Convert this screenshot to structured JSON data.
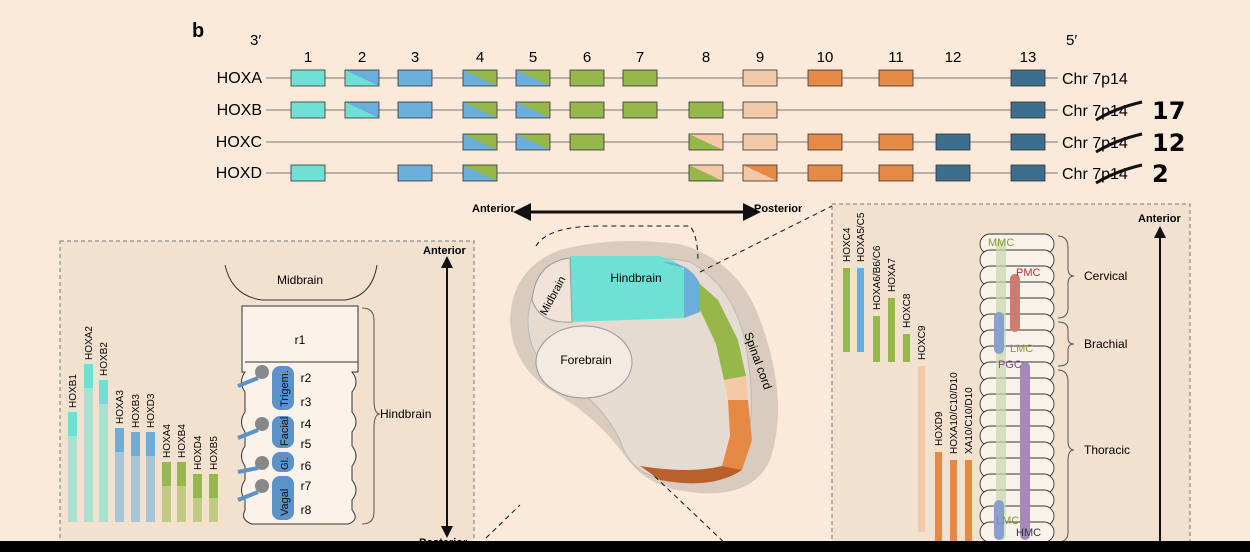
{
  "panel_label": "b",
  "orientation": {
    "left": "3′",
    "right": "5′"
  },
  "gene_numbers": [
    "1",
    "2",
    "3",
    "4",
    "5",
    "6",
    "7",
    "8",
    "9",
    "10",
    "11",
    "12",
    "13"
  ],
  "clusters": [
    {
      "name": "HOXA",
      "chromosome": "Chr 7p14",
      "annotation": "",
      "genes": [
        [
          1,
          "cyan"
        ],
        [
          2,
          "cyan-blue"
        ],
        [
          3,
          "blue"
        ],
        [
          4,
          "blue-green"
        ],
        [
          5,
          "blue-green"
        ],
        [
          6,
          "green"
        ],
        [
          7,
          "green"
        ],
        [
          9,
          "peach"
        ],
        [
          10,
          "orange"
        ],
        [
          11,
          "orange"
        ],
        [
          13,
          "navy"
        ]
      ]
    },
    {
      "name": "HOXB",
      "chromosome": "Chr 7p14",
      "annotation": "17",
      "genes": [
        [
          1,
          "cyan"
        ],
        [
          2,
          "cyan-blue"
        ],
        [
          3,
          "blue"
        ],
        [
          4,
          "blue-green"
        ],
        [
          5,
          "blue-green"
        ],
        [
          6,
          "green"
        ],
        [
          7,
          "green"
        ],
        [
          8,
          "green"
        ],
        [
          9,
          "peach"
        ],
        [
          13,
          "navy"
        ]
      ]
    },
    {
      "name": "HOXC",
      "chromosome": "Chr 7p14",
      "annotation": "12",
      "genes": [
        [
          4,
          "blue-green"
        ],
        [
          5,
          "blue-green"
        ],
        [
          6,
          "green"
        ],
        [
          8,
          "green-peach"
        ],
        [
          9,
          "peach"
        ],
        [
          10,
          "orange"
        ],
        [
          11,
          "orange"
        ],
        [
          12,
          "navy"
        ],
        [
          13,
          "navy"
        ]
      ]
    },
    {
      "name": "HOXD",
      "chromosome": "Chr 7p14",
      "annotation": "2",
      "genes": [
        [
          1,
          "cyan"
        ],
        [
          3,
          "blue"
        ],
        [
          4,
          "blue-green"
        ],
        [
          8,
          "green-peach"
        ],
        [
          9,
          "peach-orange"
        ],
        [
          10,
          "orange"
        ],
        [
          11,
          "orange"
        ],
        [
          12,
          "navy"
        ],
        [
          13,
          "navy"
        ]
      ]
    }
  ],
  "axis": {
    "anterior": "Anterior",
    "posterior": "Posterior"
  },
  "hindbrain_panel": {
    "midbrain": "Midbrain",
    "hindbrain": "Hindbrain",
    "rhombomeres": [
      "r1",
      "r2",
      "r3",
      "r4",
      "r5",
      "r6",
      "r7",
      "r8"
    ],
    "nerves": [
      "Trigem.",
      "Facial",
      "Gl.",
      "Vagal"
    ],
    "genes": [
      "HOXB1",
      "HOXA2",
      "HOXB2",
      "HOXA3",
      "HOXB3",
      "HOXD3",
      "HOXA4",
      "HOXB4",
      "HOXD4",
      "HOXB5"
    ]
  },
  "embryo_panel": {
    "midbrain": "Midbrain",
    "hindbrain": "Hindbrain",
    "forebrain": "Forebrain",
    "spinal_cord": "Spinal cord"
  },
  "spinal_panel": {
    "genes": [
      "HOXC4",
      "HOXA5/C5",
      "HOXA6/B6/C6",
      "HOXA7",
      "HOXC8",
      "HOXC9",
      "HOXD9",
      "HOXA10/C10/D10",
      "XA10/C10/D10"
    ],
    "columns": [
      "MMC",
      "PMC",
      "LMC",
      "PGC",
      "LMC",
      "HMC"
    ],
    "regions": [
      "Cervical",
      "Brachial",
      "Thoracic"
    ]
  },
  "colors": {
    "cyan": "#6fe0d4",
    "blue": "#6aaedb",
    "green": "#96b84a",
    "peach": "#f4c9a8",
    "orange": "#e48a44",
    "navy": "#3d6e8e",
    "background": "#fbe9da",
    "panel": "#f3e1cf"
  }
}
